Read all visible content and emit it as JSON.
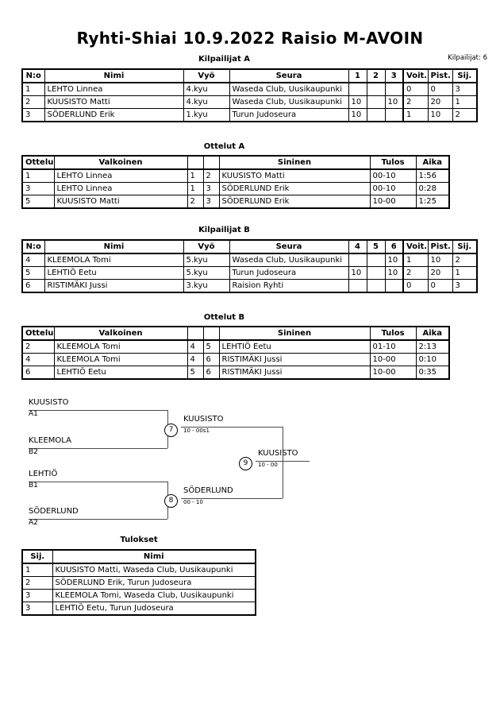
{
  "header": {
    "title": "Ryhti-Shiai  10.9.2022  Raisio  M-AVOIN",
    "participants": "Kilpailijat: 6"
  },
  "captions": {
    "pool_a": "Kilpailijat A",
    "bouts_a": "Ottelut A",
    "pool_b": "Kilpailijat B",
    "bouts_b": "Ottelut B",
    "results": "Tulokset"
  },
  "pool_a": {
    "headers": [
      "N:o",
      "Nimi",
      "Vyö",
      "Seura",
      "1",
      "2",
      "3",
      "Voit.",
      "Pist.",
      "Sij."
    ],
    "rows": [
      {
        "no": "1",
        "nimi": "LEHTO Linnea",
        "vyo": "4.kyu",
        "seura": "Waseda Club, Uusikaupunki",
        "m1": "",
        "m2": "",
        "m3": "",
        "voit": "0",
        "pist": "0",
        "sij": "3"
      },
      {
        "no": "2",
        "nimi": "KUUSISTO Matti",
        "vyo": "4.kyu",
        "seura": "Waseda Club, Uusikaupunki",
        "m1": "10",
        "m2": "",
        "m3": "10",
        "voit": "2",
        "pist": "20",
        "sij": "1"
      },
      {
        "no": "3",
        "nimi": "SÖDERLUND Erik",
        "vyo": "1.kyu",
        "seura": "Turun Judoseura",
        "m1": "10",
        "m2": "",
        "m3": "",
        "voit": "1",
        "pist": "10",
        "sij": "2"
      }
    ]
  },
  "bouts_a": {
    "headers": [
      "Ottelu",
      "Valkoinen",
      "",
      "",
      "Sininen",
      "Tulos",
      "Aika"
    ],
    "rows": [
      {
        "ottelu": "1",
        "valkoinen": "LEHTO Linnea",
        "n1": "1",
        "n2": "2",
        "sininen": "KUUSISTO Matti",
        "tulos": "00-10",
        "aika": "1:56"
      },
      {
        "ottelu": "3",
        "valkoinen": "LEHTO Linnea",
        "n1": "1",
        "n2": "3",
        "sininen": "SÖDERLUND Erik",
        "tulos": "00-10",
        "aika": "0:28"
      },
      {
        "ottelu": "5",
        "valkoinen": "KUUSISTO Matti",
        "n1": "2",
        "n2": "3",
        "sininen": "SÖDERLUND Erik",
        "tulos": "10-00",
        "aika": "1:25"
      }
    ]
  },
  "pool_b": {
    "headers": [
      "N:o",
      "Nimi",
      "Vyö",
      "Seura",
      "4",
      "5",
      "6",
      "Voit.",
      "Pist.",
      "Sij."
    ],
    "rows": [
      {
        "no": "4",
        "nimi": "KLEEMOLA Tomi",
        "vyo": "5.kyu",
        "seura": "Waseda Club, Uusikaupunki",
        "m1": "",
        "m2": "",
        "m3": "10",
        "voit": "1",
        "pist": "10",
        "sij": "2"
      },
      {
        "no": "5",
        "nimi": "LEHTIÖ Eetu",
        "vyo": "5.kyu",
        "seura": "Turun Judoseura",
        "m1": "10",
        "m2": "",
        "m3": "10",
        "voit": "2",
        "pist": "20",
        "sij": "1"
      },
      {
        "no": "6",
        "nimi": "RISTIMÄKI Jussi",
        "vyo": "3.kyu",
        "seura": "Raision Ryhti",
        "m1": "",
        "m2": "",
        "m3": "",
        "voit": "0",
        "pist": "0",
        "sij": "3"
      }
    ]
  },
  "bouts_b": {
    "headers": [
      "Ottelu",
      "Valkoinen",
      "",
      "",
      "Sininen",
      "Tulos",
      "Aika"
    ],
    "rows": [
      {
        "ottelu": "2",
        "valkoinen": "KLEEMOLA Tomi",
        "n1": "4",
        "n2": "5",
        "sininen": "LEHTIÖ Eetu",
        "tulos": "01-10",
        "aika": "2:13"
      },
      {
        "ottelu": "4",
        "valkoinen": "KLEEMOLA Tomi",
        "n1": "4",
        "n2": "6",
        "sininen": "RISTIMÄKI Jussi",
        "tulos": "10-00",
        "aika": "0:10"
      },
      {
        "ottelu": "6",
        "valkoinen": "LEHTIÖ Eetu",
        "n1": "5",
        "n2": "6",
        "sininen": "RISTIMÄKI Jussi",
        "tulos": "10-00",
        "aika": "0:35"
      }
    ]
  },
  "bracket": {
    "entrants": [
      {
        "name": "KUUSISTO",
        "seed": "A1"
      },
      {
        "name": "KLEEMOLA",
        "seed": "B2"
      },
      {
        "name": "LEHTIÖ",
        "seed": "B1"
      },
      {
        "name": "SÖDERLUND",
        "seed": "A2"
      }
    ],
    "matches": [
      {
        "number": "7",
        "winner": "KUUSISTO",
        "score": "10 - 00s1"
      },
      {
        "number": "8",
        "winner": "SÖDERLUND",
        "score": "00 - 10"
      },
      {
        "number": "9",
        "winner": "KUUSISTO",
        "score": "10 - 00"
      }
    ]
  },
  "results": {
    "headers": [
      "Sij.",
      "Nimi"
    ],
    "rows": [
      {
        "sij": "1",
        "nimi": "KUUSISTO Matti, Waseda Club, Uusikaupunki"
      },
      {
        "sij": "2",
        "nimi": "SÖDERLUND Erik, Turun Judoseura"
      },
      {
        "sij": "3",
        "nimi": "KLEEMOLA Tomi, Waseda Club, Uusikaupunki"
      },
      {
        "sij": "3",
        "nimi": "LEHTIÖ Eetu, Turun Judoseura"
      }
    ]
  }
}
